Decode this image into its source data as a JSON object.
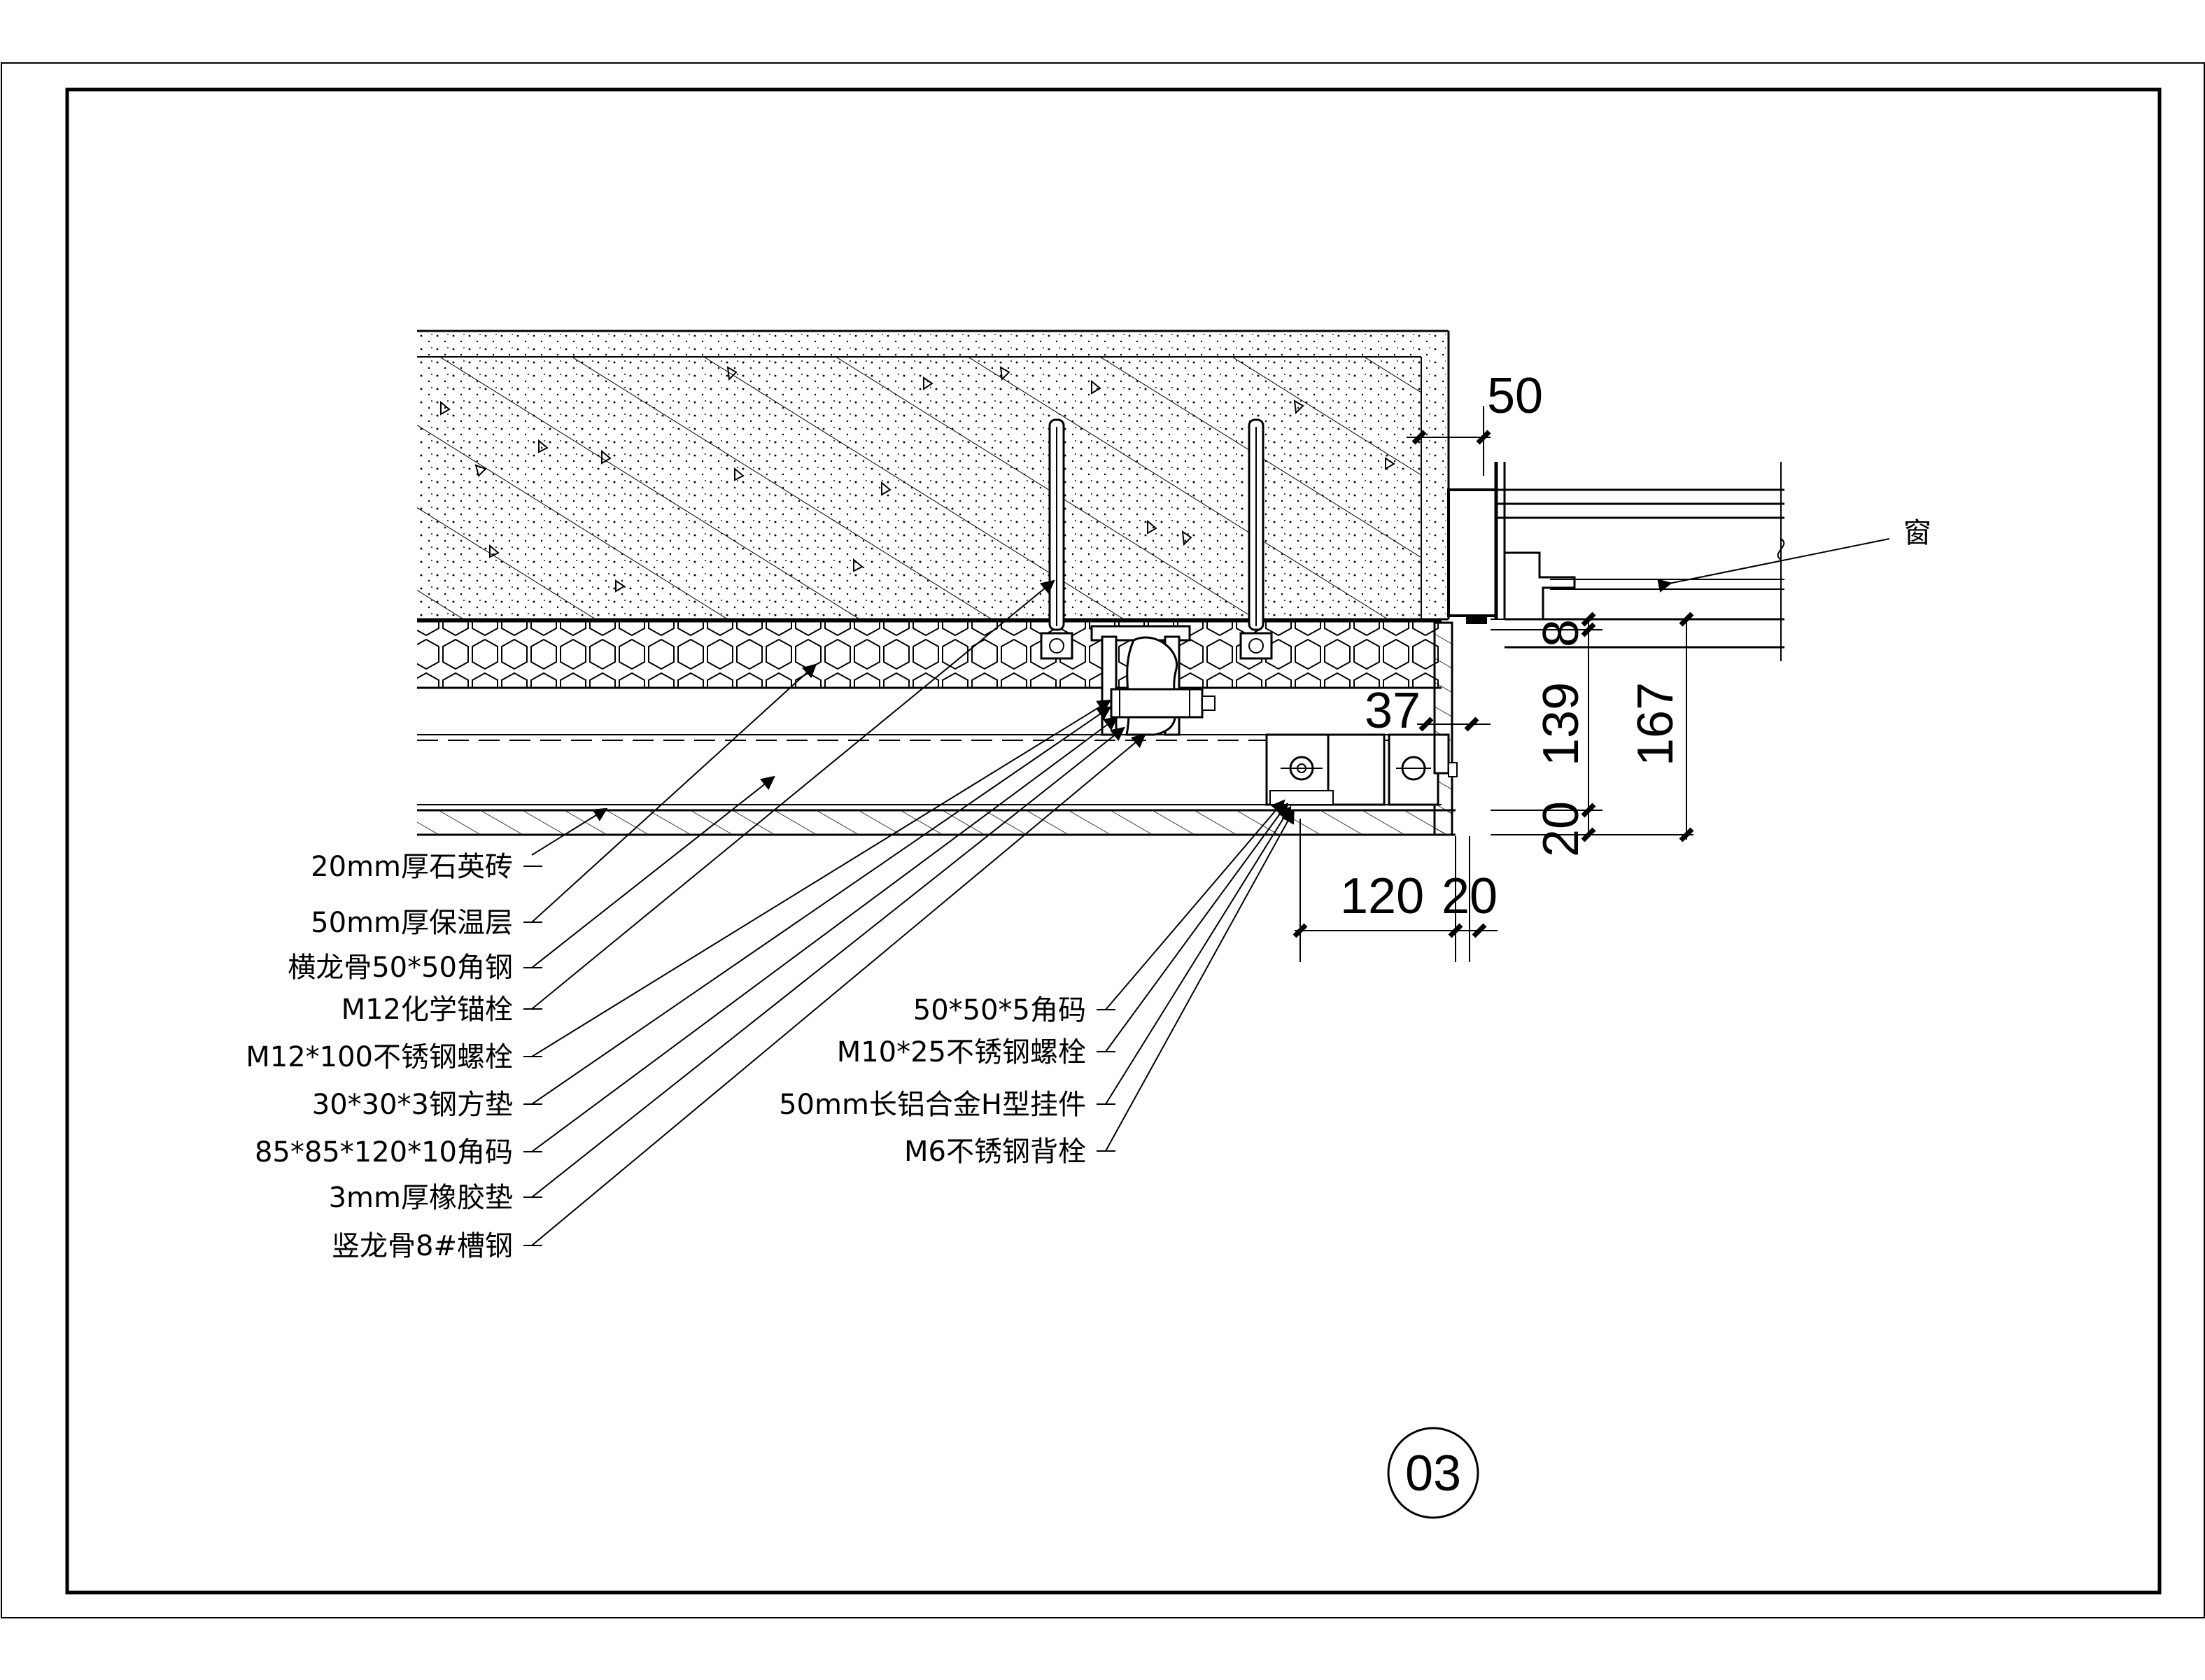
{
  "drawing": {
    "detail_number": "03",
    "window_label": "窗",
    "left_labels": [
      "20mm厚石英砖",
      "50mm厚保温层",
      "横龙骨50*50角钢",
      "M12化学锚栓",
      "M12*100不锈钢螺栓",
      "30*30*3钢方垫",
      "85*85*120*10角码",
      "3mm厚橡胶垫",
      "竖龙骨8#槽钢"
    ],
    "right_labels": [
      "50*50*5角码",
      "M10*25不锈钢螺栓",
      "50mm长铝合金H型挂件",
      "M6不锈钢背栓"
    ],
    "dimensions": {
      "top_offset": "50",
      "bracket_offset": "37",
      "bottom_width": "120",
      "bottom_gap": "20",
      "v_small": "8",
      "v_mid": "139",
      "v_bottom": "20",
      "v_total": "167"
    }
  }
}
